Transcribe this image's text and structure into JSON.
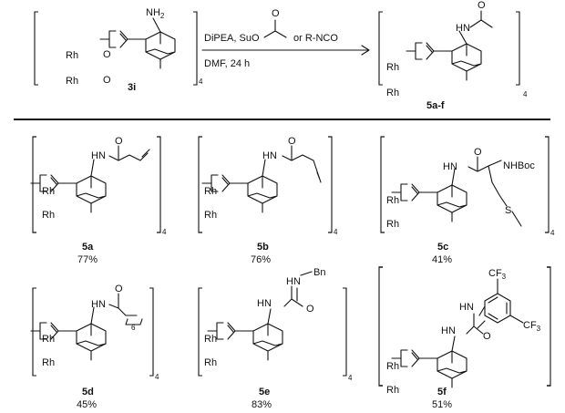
{
  "scheme": {
    "reagent_top": "DiPEA, SuO",
    "reagent_or": "or R-NCO",
    "reagent_bottom": "DMF, 24 h",
    "carbonyl_O": "O",
    "starting_material": {
      "label": "3i",
      "amine": "NH",
      "amine_sub": "2",
      "multiplier": "4"
    },
    "product_general": {
      "label": "5a-f",
      "nh": "HN",
      "carbonyl_O": "O",
      "multiplier": "4"
    }
  },
  "atoms": {
    "rh": "Rh",
    "o": "O",
    "nh": "HN",
    "nhboc": "NHBoc",
    "s": "S",
    "bn": "Bn",
    "cf3": "CF",
    "cf3_sub": "3"
  },
  "products": [
    {
      "label": "5a",
      "yield": "77%",
      "multiplier": "4"
    },
    {
      "label": "5b",
      "yield": "76%",
      "multiplier": "4"
    },
    {
      "label": "5c",
      "yield": "41%",
      "multiplier": "4"
    },
    {
      "label": "5d",
      "yield": "45%",
      "multiplier": "4",
      "chain_count": "6"
    },
    {
      "label": "5e",
      "yield": "83%",
      "multiplier": "4"
    },
    {
      "label": "5f",
      "yield": "51%"
    }
  ]
}
